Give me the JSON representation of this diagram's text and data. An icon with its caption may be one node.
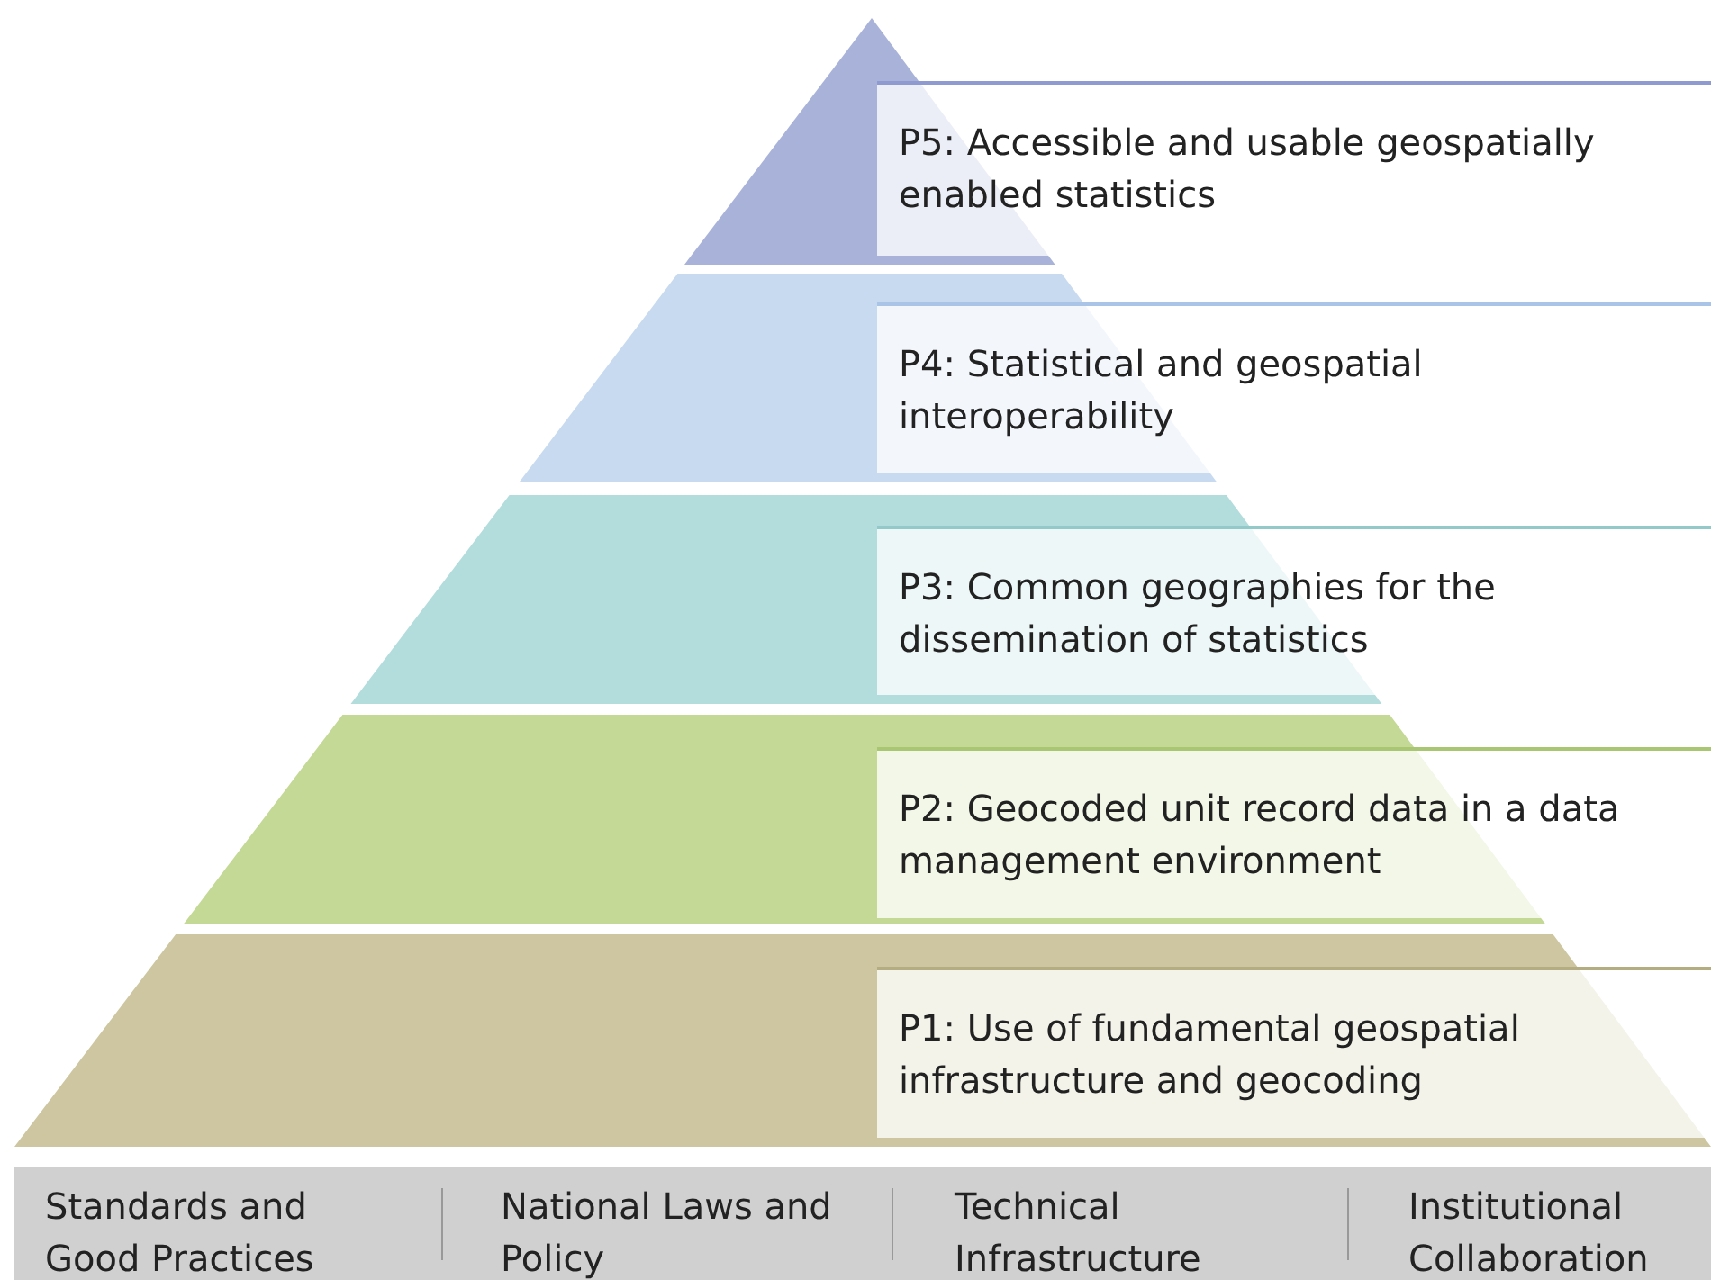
{
  "diagram": {
    "nodes": [
      {
        "text": [
          "P5: Accessible and usable geospatially enabled statistics"
        ]
      },
      {
        "text": [
          "P4: Statistical and geospatial interoperability"
        ]
      },
      {
        "text": [
          "P3: Common geographies for the dissemination of statistics"
        ]
      },
      {
        "text": [
          "P2: Geocoded unit record data in a data management environment"
        ]
      },
      {
        "text": [
          "P1: Use of fundamental geospatial infrastructure and geocoding"
        ]
      }
    ],
    "edges": [],
    "labels": [
      "Standards and Good Practices",
      "National Laws and Policy",
      "Technical Infrastructure",
      "Institutional Collaboration"
    ]
  }
}
